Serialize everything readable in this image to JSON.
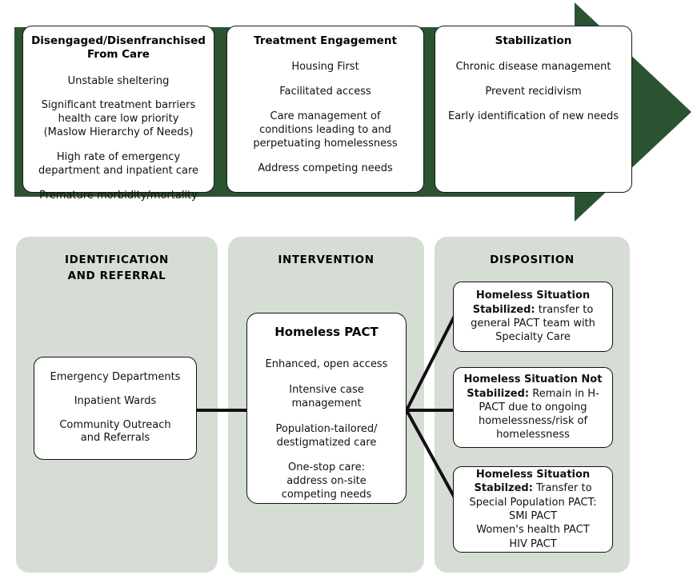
{
  "colors": {
    "arrow_green": "#2b5331",
    "panel_grey_green": "#d5ddd4",
    "card_white": "#ffffff",
    "line_black": "#111111"
  },
  "top_flow": {
    "arrow_name": "continuum-of-care-arrow",
    "stages": [
      {
        "title": "Disengaged/Disenfranchised From Care",
        "lines": [
          "Unstable sheltering",
          "Significant treatment barriers\nhealth care low priority\n(Maslow Hierarchy of Needs)",
          "High rate of emergency\ndepartment and inpatient care",
          "Premature morbidity/mortality"
        ]
      },
      {
        "title": "Treatment Engagement",
        "lines": [
          "Housing First",
          "Facilitated access",
          "Care management of\nconditions leading to and\nperpetuating homelessness",
          "Address competing needs"
        ]
      },
      {
        "title": "Stabilization",
        "lines": [
          "Chronic disease management",
          "Prevent recidivism",
          "Early identification of new needs"
        ]
      }
    ]
  },
  "process": {
    "stages": [
      {
        "title": "IDENTIFICATION\nAND REFERRAL"
      },
      {
        "title": "INTERVENTION"
      },
      {
        "title": "DISPOSITION"
      }
    ],
    "identification_card": {
      "lines": [
        "Emergency Departments",
        "Inpatient Wards",
        "Community Outreach\nand Referrals"
      ]
    },
    "intervention_card": {
      "title": "Homeless PACT",
      "lines": [
        "Enhanced, open access",
        "Intensive case\nmanagement",
        "Population-tailored/\ndestigmatized care",
        "One-stop care:\naddress on-site\ncompeting needs"
      ]
    },
    "disposition_cards": [
      {
        "bold": "Homeless Situation Stabilized:",
        "rest": " transfer to general PACT team with Specialty Care"
      },
      {
        "bold": "Homeless Situation Not Stabilized:",
        "rest": " Remain in H-PACT due to ongoing homelessness/risk of homelessness"
      },
      {
        "bold": "Homeless Situation Stabilzed:",
        "rest": " Transfer to Special Population PACT:\nSMI PACT\nWomen's health PACT\nHIV PACT"
      }
    ]
  }
}
